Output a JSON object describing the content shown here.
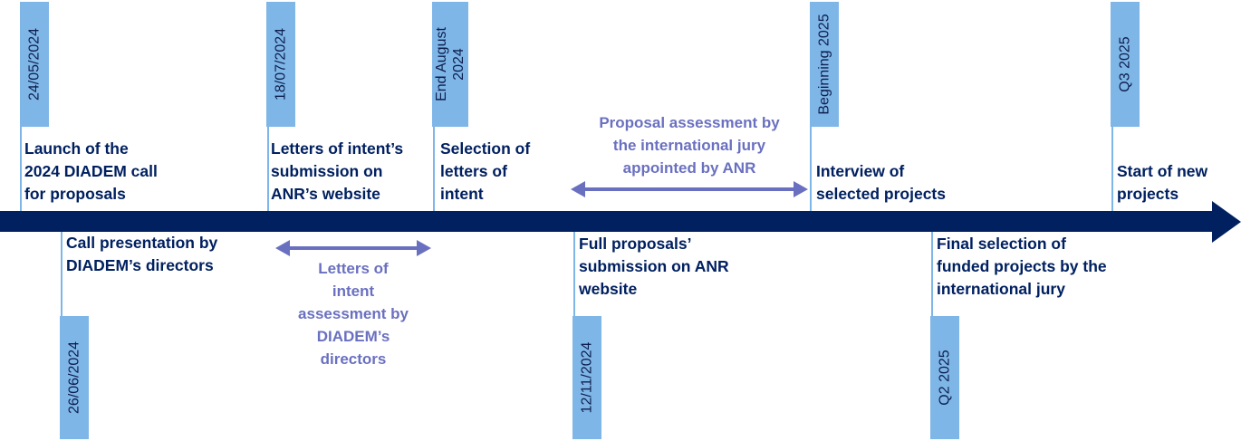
{
  "milestones_above": [
    {
      "id": "m1",
      "date_lines": [
        "24/05/2024"
      ],
      "label_lines": [
        "Launch of the",
        "2024 DIADEM call",
        "for proposals"
      ]
    },
    {
      "id": "m2",
      "date_lines": [
        "18/07/2024"
      ],
      "label_lines": [
        "Letters of intent’s",
        "submission on",
        "ANR’s website"
      ]
    },
    {
      "id": "m3",
      "date_lines": [
        "End August",
        "2024"
      ],
      "label_lines": [
        "Selection of",
        "letters of",
        "intent"
      ]
    },
    {
      "id": "m4",
      "date_lines": [
        "Beginning 2025"
      ],
      "label_lines": [
        "Interview of",
        "selected projects"
      ]
    },
    {
      "id": "m5",
      "date_lines": [
        "Q3 2025"
      ],
      "label_lines": [
        "Start of new",
        "projects"
      ]
    }
  ],
  "milestones_below": [
    {
      "id": "b1",
      "date_lines": [
        "26/06/2024"
      ],
      "label_lines": [
        "Call presentation by",
        "DIADEM’s directors"
      ]
    },
    {
      "id": "b2",
      "date_lines": [
        "12/11/2024"
      ],
      "label_lines": [
        "Full proposals’",
        "submission on ANR",
        "website"
      ]
    },
    {
      "id": "b3",
      "date_lines": [
        "Q2 2025"
      ],
      "label_lines": [
        "Final selection of",
        "funded projects by the",
        "international jury"
      ]
    }
  ],
  "phases": [
    {
      "id": "p1",
      "label_lines": [
        "Proposal assessment by",
        "the international jury",
        "appointed by ANR"
      ]
    },
    {
      "id": "p2",
      "label_lines": [
        "Letters of",
        "intent",
        "assessment by",
        "DIADEM’s",
        "directors"
      ]
    }
  ],
  "colors": {
    "axis": "#002060",
    "tag": "#7fb6e8",
    "event_text": "#002060",
    "phase_text": "#6a70c0"
  }
}
